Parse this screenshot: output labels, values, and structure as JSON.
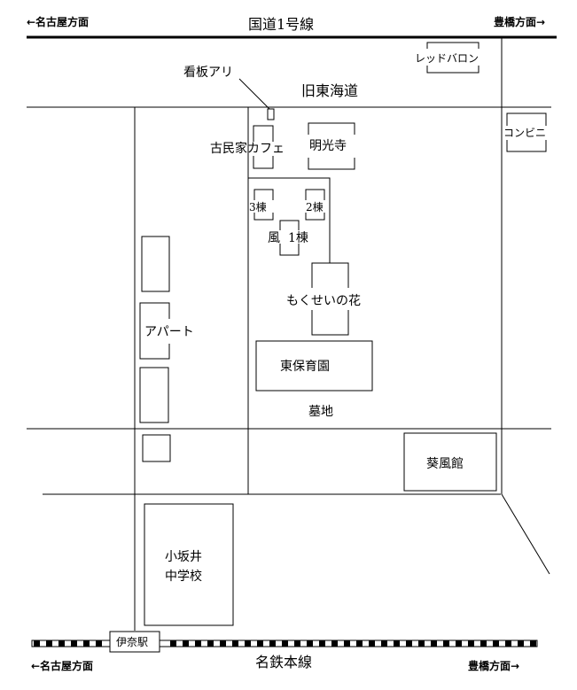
{
  "directions": {
    "top_left": "←名古屋方面",
    "top_right": "豊橋方面→",
    "bottom_left": "←名古屋方面",
    "bottom_right": "豊橋方面→"
  },
  "roads": {
    "national": "国道1号線",
    "old_tokaido": "旧東海道",
    "railway": "名鉄本線"
  },
  "landmarks": {
    "signboard": "看板アリ",
    "red_baron": "レッドバロン",
    "convenience": "コンビニ",
    "cafe": "古民家カフェ",
    "temple": "明光寺",
    "bldg3": "3棟",
    "bldg2": "2棟",
    "kaze": "風",
    "bldg1": "1棟",
    "mokusei": "もくせいの花",
    "apartment": "アパート",
    "nursery": "東保育園",
    "cemetery": "墓地",
    "kifukan": "葵風館",
    "school_line1": "小坂井",
    "school_line2": "中学校",
    "station": "伊奈駅"
  }
}
